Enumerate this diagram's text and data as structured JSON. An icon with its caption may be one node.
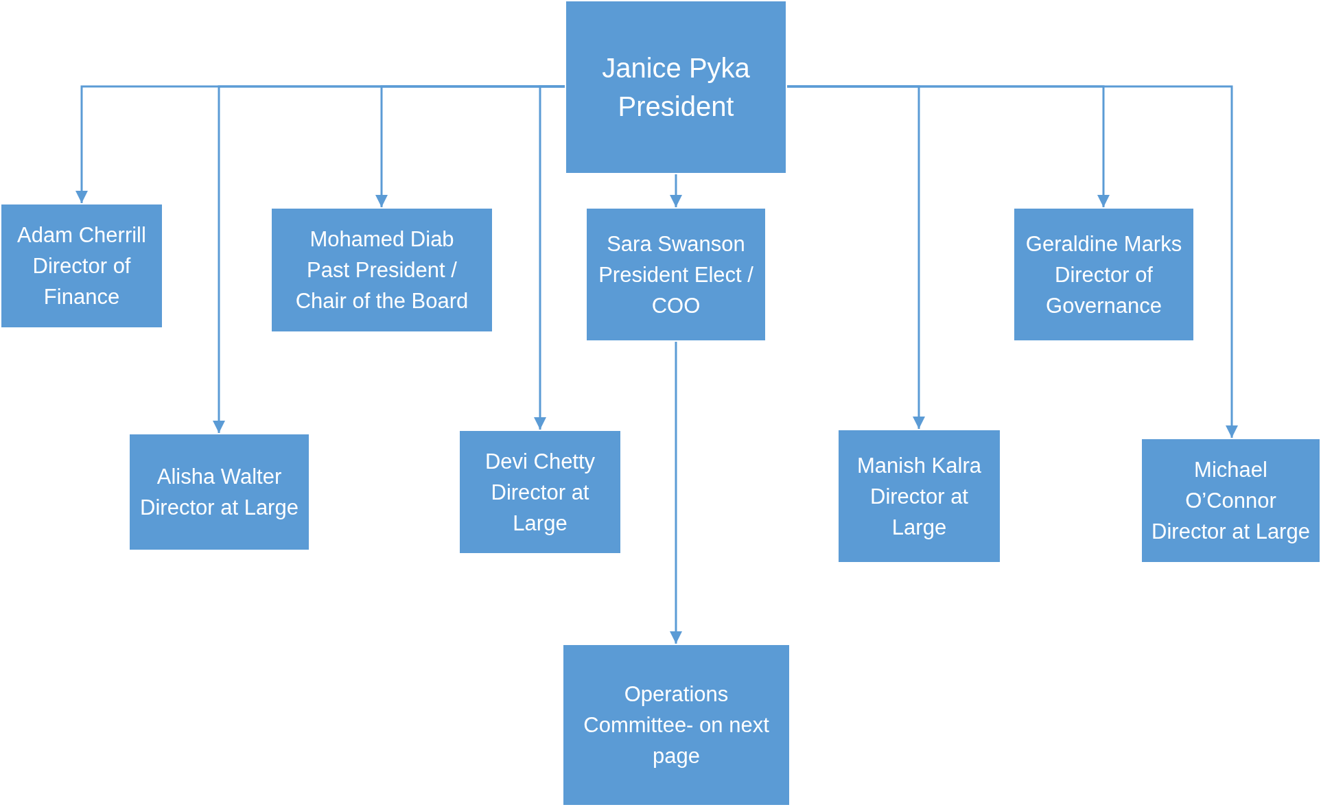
{
  "diagram": {
    "nodes": [
      {
        "text": [
          "Janice Pyka",
          "President"
        ]
      },
      {
        "text": [
          "Adam Cherrill",
          "Director of Finance"
        ]
      },
      {
        "text": [
          "Alisha Walter",
          "Director at Large"
        ]
      },
      {
        "text": [
          "Mohamed Diab",
          "Past President / Chair of the Board"
        ]
      },
      {
        "text": [
          "Devi Chetty",
          "Director at Large"
        ]
      },
      {
        "text": [
          "Sara Swanson",
          "President Elect / COO"
        ]
      },
      {
        "text": [
          "Operations Committee- on next page"
        ]
      },
      {
        "text": [
          "Manish Kalra",
          "Director at Large"
        ]
      },
      {
        "text": [
          "Geraldine Marks",
          "Director of Governance"
        ]
      },
      {
        "text": [
          "Michael O’Connor",
          "Director at Large"
        ]
      }
    ],
    "edges": [
      {
        "from": 0,
        "to": 1,
        "arrow": "to"
      },
      {
        "from": 0,
        "to": 2,
        "arrow": "to"
      },
      {
        "from": 0,
        "to": 3,
        "arrow": "to"
      },
      {
        "from": 0,
        "to": 4,
        "arrow": "to"
      },
      {
        "from": 0,
        "to": 5,
        "arrow": "to"
      },
      {
        "from": 5,
        "to": 6,
        "arrow": "to"
      },
      {
        "from": 0,
        "to": 7,
        "arrow": "to"
      },
      {
        "from": 0,
        "to": 8,
        "arrow": "to"
      },
      {
        "from": 0,
        "to": 9,
        "arrow": "to"
      }
    ]
  }
}
